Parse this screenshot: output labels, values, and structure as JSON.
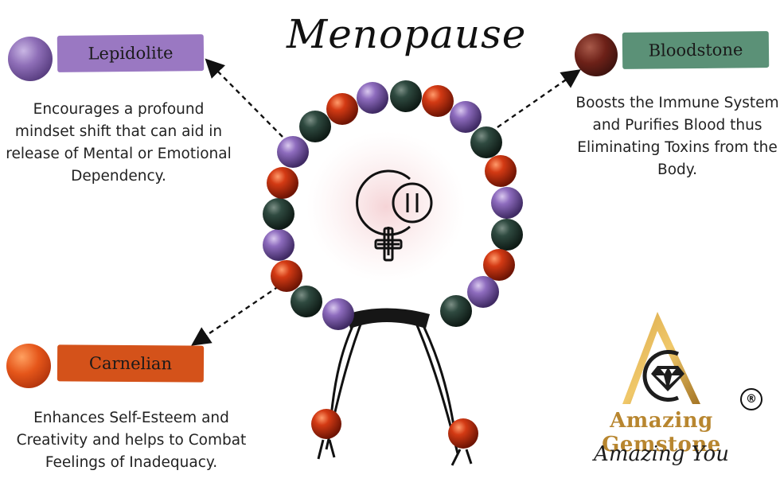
{
  "title": "Menopause",
  "stones": {
    "lepidolite": {
      "name": "Lepidolite",
      "description": "Encourages a profound mindset shift that can aid in release of Mental or Emotional Dependency.",
      "color": "#9a78c2"
    },
    "bloodstone": {
      "name": "Bloodstone",
      "description": "Boosts the Immune System and Purifies Blood thus Eliminating Toxins from the Body.",
      "color": "#5b9177"
    },
    "carnelian": {
      "name": "Carnelian",
      "description": "Enhances Self-Esteem and Creativity and helps to Combat Feelings of Inadequacy.",
      "color": "#d4521a"
    }
  },
  "brand": {
    "name": "Amazing Gemstone",
    "tagline": "Amazing You",
    "registered": "®",
    "gold": "#b8862f"
  },
  "icons": {
    "center": "menopause-symbol-icon",
    "logo": "diamond-triangle-logo-icon"
  }
}
